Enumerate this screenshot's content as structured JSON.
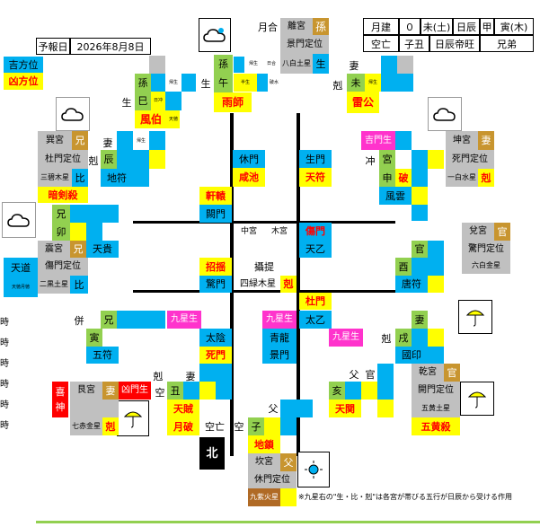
{
  "header": {
    "yohou_label": "予報日",
    "date": "2026年8月8日",
    "gekken_label": "月建",
    "gekken_value": "０",
    "gekken_gz": "未(土)",
    "nisshin_label": "日辰",
    "nisshin_value": "甲",
    "nisshin_gz": "寅(木)",
    "kubo_label": "空亡",
    "kubo_value": "子丑",
    "nisshin_teiou": "日辰帝旺",
    "kyodai": "兄弟",
    "kippou": "吉方位",
    "kyouhou": "凶方位"
  },
  "text": {
    "getsugo": "月合",
    "rikyu": "離宮",
    "son": "孫",
    "keimon_teii": "景門定位",
    "hakkaku_dosei": "八白土星",
    "sei": "生",
    "son2": "孫",
    "uma": "午",
    "sei2": "生",
    "sozei": "帰生",
    "nichigo": "日合",
    "hansei": "半生",
    "hansei2": "半生",
    "hasui": "破水",
    "ushi": "雨師",
    "son3": "孫",
    "mi": "巳",
    "fuhaku": "風伯",
    "sei3": "生",
    "kan_ki": "剋",
    "tsuma": "妻",
    "hitsuji": "未",
    "raikou": "雷公",
    "kisei": "帰生",
    "nichi_kou": "日冲",
    "mi_label": "宮",
    "son_kyu": "巽宮",
    "ani": "兄",
    "tomon_teii": "杜門定位",
    "sanpeki_mokusei": "三碧木星",
    "hi": "比",
    "anken_satsu": "暗剣殺",
    "kou": "剋",
    "tsuma2": "妻",
    "tatsu": "辰",
    "kisei2": "帰生",
    "chifu": "地符",
    "ken_en": "軒轅",
    "kyumon": "休門",
    "kanchi": "咸池",
    "seimon": "生門",
    "tenpu": "天符",
    "kaimon": "闕門",
    "ani2": "兄",
    "u": "卯",
    "shinkyu": "震宮",
    "ani3": "兄",
    "tenka": "天貴",
    "tendou": "天道",
    "tenkiro": "天徳月徳",
    "shoumon_teii": "傷門定位",
    "jikoku_dosei": "二黒土星",
    "hi2": "比",
    "kichimonsei": "吉門生",
    "kou2": "冲",
    "kyu": "宮",
    "saru": "申",
    "ha": "破",
    "fuun": "風雲",
    "konkyu": "坤宮",
    "tsuma3": "妻",
    "shimon_teii": "死門定位",
    "ippaku_sui": "一白水星",
    "koku2": "剋",
    "chuukyu": "中宮",
    "mokukyu": "木宮",
    "shoumon": "傷門",
    "tenotsu": "天乙",
    "shouyou": "招揺",
    "sekkyou": "攝提",
    "kanmon": "驚門",
    "shiroku_mokusei": "四緑木星",
    "koku3": "剋",
    "dakyu": "兌宮",
    "kan": "官",
    "kyomon_teii": "驚門定位",
    "roppaku_kinsei": "六白金星",
    "kan2": "官",
    "tori": "酉",
    "touin": "唐符",
    "tomon": "杜門",
    "kyuusei_sei": "九星生",
    "taiotsu": "太乙",
    "hei": "併",
    "ani4": "兄",
    "tora": "寅",
    "gofu": "五符",
    "kyuusei_sei2": "九星生",
    "taiin": "太陰",
    "shimon": "死門",
    "seiryu": "青龍",
    "keimon": "景門",
    "kyuusei_sei3": "九星生",
    "koku4": "剋",
    "tsuma4": "妻",
    "inu": "戌",
    "kokuin": "國印",
    "kikun": "喜",
    "kami": "神",
    "gonkyu": "艮宮",
    "tsuma5": "妻",
    "kyomonsei": "凶門生",
    "shichiseki": "七赤金星",
    "koku5": "剋",
    "koku6": "剋",
    "tsuma6": "妻",
    "kuu": "空",
    "ushi2": "丑",
    "tenzoku": "天賊",
    "geppa": "月破",
    "kuubou": "空亡",
    "kuu2": "空",
    "chichi": "父",
    "ne": "子",
    "chiso": "地鎖",
    "chichi2": "父",
    "kan3": "官",
    "i": "亥",
    "tenkan": "天関",
    "kenkyu": "乾宮",
    "kan4": "官",
    "kaimon_teii": "開門定位",
    "gooo_dosei": "五黄土星",
    "goou_satsu": "五黄殺",
    "kita": "北",
    "kankyu": "坎宮",
    "chichi3": "父",
    "kyumon_teii": "休門定位",
    "kyushi_kasei": "九紫火星",
    "note": "※九星右の\"生・比・剋\"は各宮が帯びる五行が日辰から受ける作用",
    "left_lines": [
      "時",
      "時",
      "時",
      "時",
      "時",
      "時"
    ],
    "small1": "帰生",
    "small2": "日冲",
    "small3": "天徳",
    "small4": "帰生",
    "small5": "日合",
    "small6": "半生",
    "small7": "帰生",
    "small8": "日冲",
    "small9": "帰生",
    "small10": "日合",
    "small11": "帰生",
    "small12": "日冲"
  },
  "icons": [
    "cloudy-icon",
    "sunny-icon",
    "umbrella-icon"
  ],
  "colors": {
    "green": "#92d050",
    "blue": "#00b0f0",
    "yellow": "#ffff00",
    "magenta": "#ff33cc",
    "gray": "#c0c0c0",
    "gold": "#c8952f",
    "red": "#ff0000"
  }
}
